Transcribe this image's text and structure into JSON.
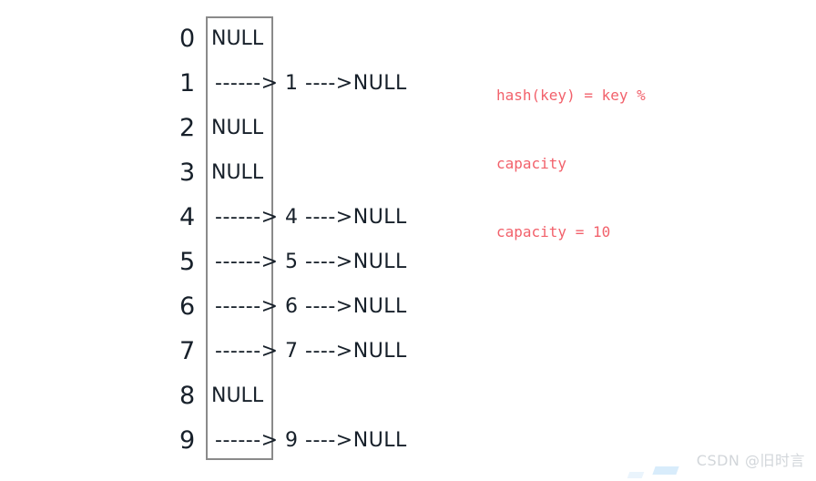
{
  "diagram": {
    "title": "hash-table-separate-chaining",
    "capacity": 10,
    "buckets": [
      {
        "index": "0",
        "kind": "null",
        "content": "NULL"
      },
      {
        "index": "1",
        "kind": "chain",
        "content": "------> 1 ---->NULL"
      },
      {
        "index": "2",
        "kind": "null",
        "content": "NULL"
      },
      {
        "index": "3",
        "kind": "null",
        "content": "NULL"
      },
      {
        "index": "4",
        "kind": "chain",
        "content": "------> 4 ---->NULL"
      },
      {
        "index": "5",
        "kind": "chain",
        "content": "------> 5 ---->NULL"
      },
      {
        "index": "6",
        "kind": "chain",
        "content": "------> 6 ---->NULL"
      },
      {
        "index": "7",
        "kind": "chain",
        "content": "------> 7 ---->NULL"
      },
      {
        "index": "8",
        "kind": "null",
        "content": "NULL"
      },
      {
        "index": "9",
        "kind": "chain",
        "content": "------> 9 ---->NULL"
      }
    ]
  },
  "note": {
    "lines": [
      "hash(key) = key %",
      "capacity",
      "capacity = 10"
    ],
    "color": "#f2616b"
  },
  "watermark": {
    "text": "CSDN @旧时言",
    "color": "#d2d6da"
  },
  "colors": {
    "background": "#ffffff",
    "box_border": "#8a8a8a",
    "text": "#17202a",
    "accent_red": "#f2616b"
  }
}
